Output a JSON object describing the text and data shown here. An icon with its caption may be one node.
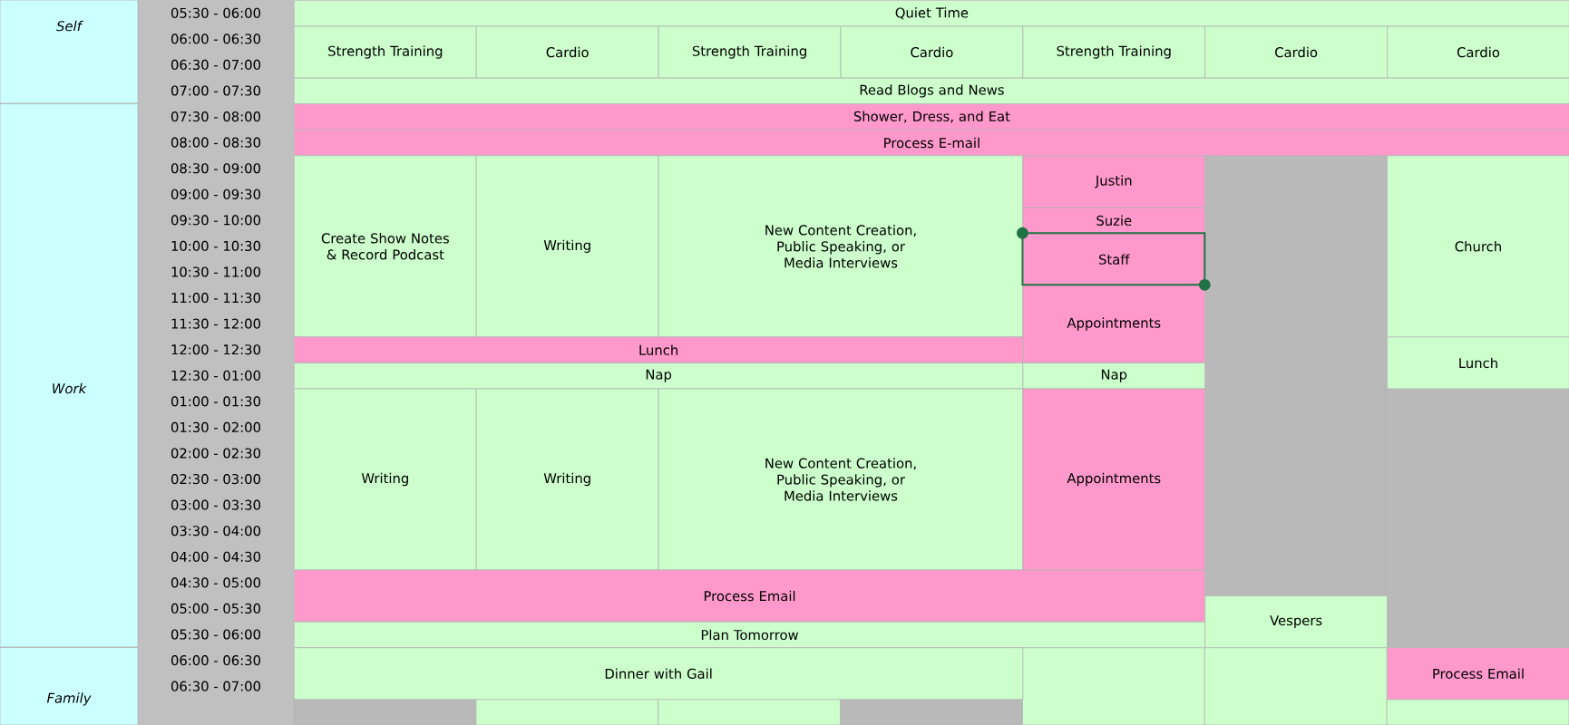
{
  "diagram": {
    "nodes": [
      {
        "text": [
          "Quiet Time"
        ]
      },
      {
        "text": [
          "Strength Training"
        ]
      },
      {
        "text": [
          "Cardio"
        ]
      },
      {
        "text": [
          "Strength Training"
        ]
      },
      {
        "text": [
          "Cardio"
        ]
      },
      {
        "text": [
          "Strength Training"
        ]
      },
      {
        "text": [
          "Cardio"
        ]
      },
      {
        "text": [
          "Cardio"
        ]
      },
      {
        "text": [
          "Read Blogs and News"
        ]
      },
      {
        "text": [
          "Shower, Dress, and Eat"
        ]
      },
      {
        "text": [
          "Process E-mail"
        ]
      },
      {
        "text": [
          "Create Show Notes & Record Podcast"
        ]
      },
      {
        "text": [
          "Writing"
        ]
      },
      {
        "text": [
          "New Content Creation, Public Speaking, or Media Interviews"
        ]
      },
      {
        "text": [
          "Justin"
        ]
      },
      {
        "text": [
          "Suzie"
        ]
      },
      {
        "text": [
          "Staff"
        ]
      },
      {
        "text": [
          "Appointments"
        ]
      },
      {
        "text": [
          "Church"
        ]
      },
      {
        "text": [
          "Lunch"
        ]
      },
      {
        "text": [
          "Lunch"
        ]
      },
      {
        "text": [
          "Nap"
        ]
      },
      {
        "text": [
          "Nap"
        ]
      },
      {
        "text": [
          "Writing"
        ]
      },
      {
        "text": [
          "Writing"
        ]
      },
      {
        "text": [
          "New Content Creation, Public Speaking, or Media Interviews"
        ]
      },
      {
        "text": [
          "Appointments"
        ]
      },
      {
        "text": [
          "Process Email"
        ]
      },
      {
        "text": [
          "Plan Tomorrow"
        ]
      },
      {
        "text": [
          "Vespers"
        ]
      },
      {
        "text": [
          "Dinner with Gail"
        ]
      },
      {
        "text": [
          "Process Email"
        ]
      }
    ],
    "labels": [
      "Self",
      "05:30 - 06:00",
      "06:00 - 06:30",
      "06:30 - 07:00",
      "07:00 - 07:30",
      "Work",
      "07:30 - 08:00",
      "08:00 - 08:30",
      "08:30 - 09:00",
      "09:00 - 09:30",
      "09:30 - 10:00",
      "10:00 - 10:30",
      "10:30 - 11:00",
      "11:00 - 11:30",
      "11:30 - 12:00",
      "12:00 - 12:30",
      "12:30 - 01:00",
      "01:00 - 01:30",
      "01:30 - 02:00",
      "02:00 - 02:30",
      "02:30 - 03:00",
      "03:00 - 03:30",
      "03:30 - 04:00",
      "04:00 - 04:30",
      "04:30 - 05:00",
      "05:00 - 05:30",
      "05:30 - 06:00",
      "Family",
      "06:00 - 06:30",
      "06:30 - 07:00"
    ]
  }
}
